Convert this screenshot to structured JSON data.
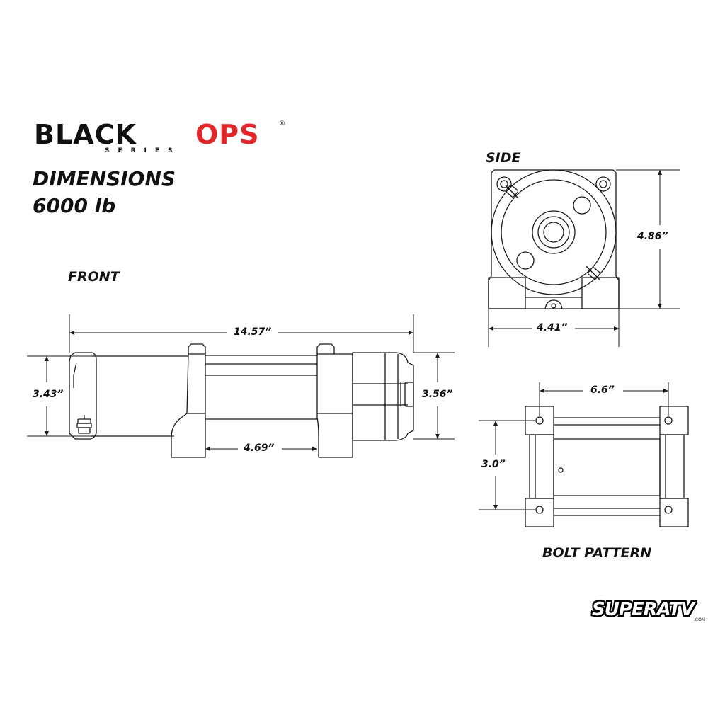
{
  "logo": {
    "word_black": "BLACK",
    "word_ops": "OPS",
    "registered": "®",
    "series": "SERIES",
    "ops_color": "#e3262a"
  },
  "heading": {
    "line1": "DIMENSIONS",
    "line2": "6000 lb"
  },
  "views": {
    "front": {
      "label": "FRONT",
      "overall_length": "14.57”",
      "drum_height": "3.43”",
      "motor_height": "3.56”",
      "foot_spacing": "4.69”"
    },
    "side": {
      "label": "SIDE",
      "height": "4.86”",
      "width": "4.41”"
    },
    "bolt_pattern": {
      "label": "BOLT PATTERN",
      "horizontal_spacing": "6.6”",
      "vertical_spacing": "3.0”"
    }
  },
  "brand": {
    "name": "SUPERATV",
    "suffix": ".COM"
  }
}
